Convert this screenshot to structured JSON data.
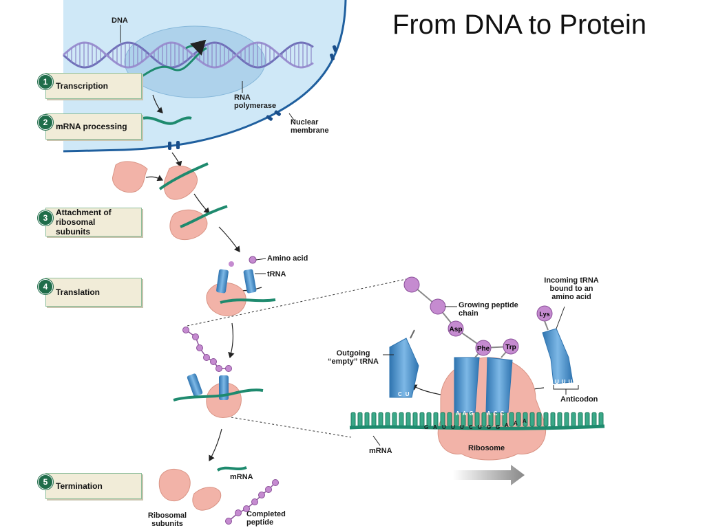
{
  "title": "From DNA to Protein",
  "steps": [
    {
      "number": "1",
      "label": "Transcription"
    },
    {
      "number": "2",
      "label": "mRNA processing"
    },
    {
      "number": "3",
      "label": "Attachment of ribosomal subunits"
    },
    {
      "number": "4",
      "label": "Translation"
    },
    {
      "number": "5",
      "label": "Termination"
    }
  ],
  "labels": {
    "dna": "DNA",
    "rna_polymerase": "RNA polymerase",
    "nuclear_membrane": "Nuclear membrane",
    "amino_acid": "Amino acid",
    "trna": "tRNA",
    "mrna_termination": "mRNA",
    "ribosomal_subunits": "Ribosomal subunits",
    "completed_peptide": "Completed peptide",
    "growing_peptide_chain": "Growing peptide chain",
    "incoming_trna": "Incoming tRNA bound to an amino acid",
    "outgoing_trna": "Outgoing “empty” tRNA",
    "anticodon": "Anticodon",
    "mrna_detail": "mRNA",
    "ribosome": "Ribosome"
  },
  "amino_acids": {
    "asp": "Asp",
    "phe": "Phe",
    "trp": "Trp",
    "lys": "Lys"
  },
  "anticodons": {
    "outgoing": "CUA",
    "site_p": "AAG",
    "site_a": "ACC",
    "incoming": "UUU"
  },
  "codons": [
    "G",
    "A",
    "U",
    "U",
    "U",
    "C",
    "U",
    "G",
    "G",
    "A",
    "A",
    "A"
  ],
  "colors": {
    "nucleus": "#cfe8f7",
    "membrane": "#1f5f9e",
    "mrna": "#1e8a6e",
    "ribosome": "#f2b3a8",
    "trna": "#5a9fd4",
    "amino_acid": "#c58bd0",
    "step_box": "#f1ecd8",
    "badge": "#1f6d4a"
  }
}
